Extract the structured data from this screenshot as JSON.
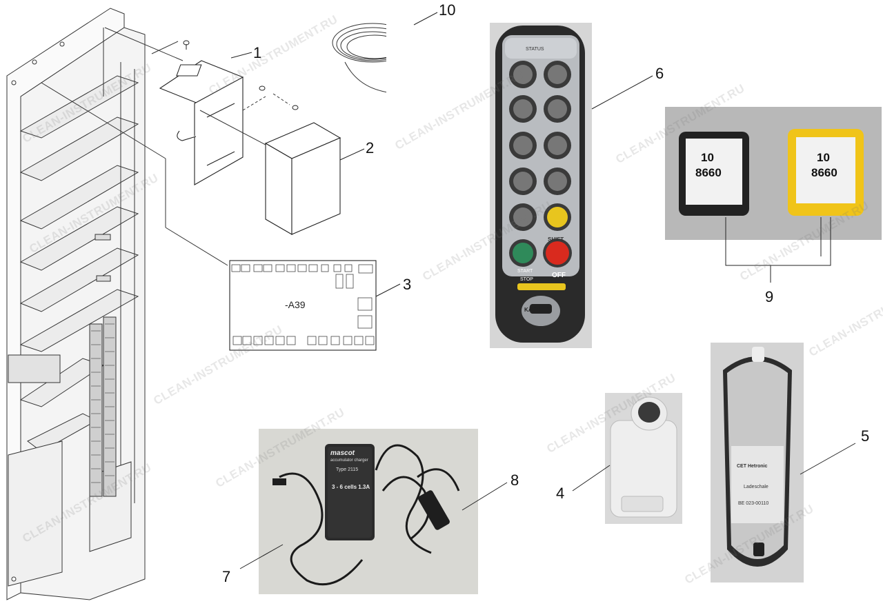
{
  "diagram": {
    "callouts": [
      {
        "id": "1",
        "label": "1"
      },
      {
        "id": "2",
        "label": "2"
      },
      {
        "id": "3",
        "label": "3"
      },
      {
        "id": "4",
        "label": "4"
      },
      {
        "id": "5",
        "label": "5"
      },
      {
        "id": "6",
        "label": "6"
      },
      {
        "id": "7",
        "label": "7"
      },
      {
        "id": "8",
        "label": "8"
      },
      {
        "id": "9",
        "label": "9"
      },
      {
        "id": "10",
        "label": "10"
      }
    ],
    "board_label": "-A39",
    "remote": {
      "status": "STATUS",
      "shift": "SHIFT",
      "start": "START",
      "stop": "STOP",
      "off": "OFF",
      "brand": "KÄRCHER"
    },
    "key_tag": {
      "line1": "10",
      "line2": "8660"
    },
    "charger": {
      "brand": "mascot",
      "subtitle": "accumulator charger",
      "type": "Type 2115",
      "cells": "3 - 6 cells  1.3A"
    },
    "cradle": {
      "brand": "CET Hetronic",
      "name": "Ladeschale",
      "code": "BE 023-00110"
    },
    "watermark": "CLEAN-INSTRUMENT.RU"
  }
}
